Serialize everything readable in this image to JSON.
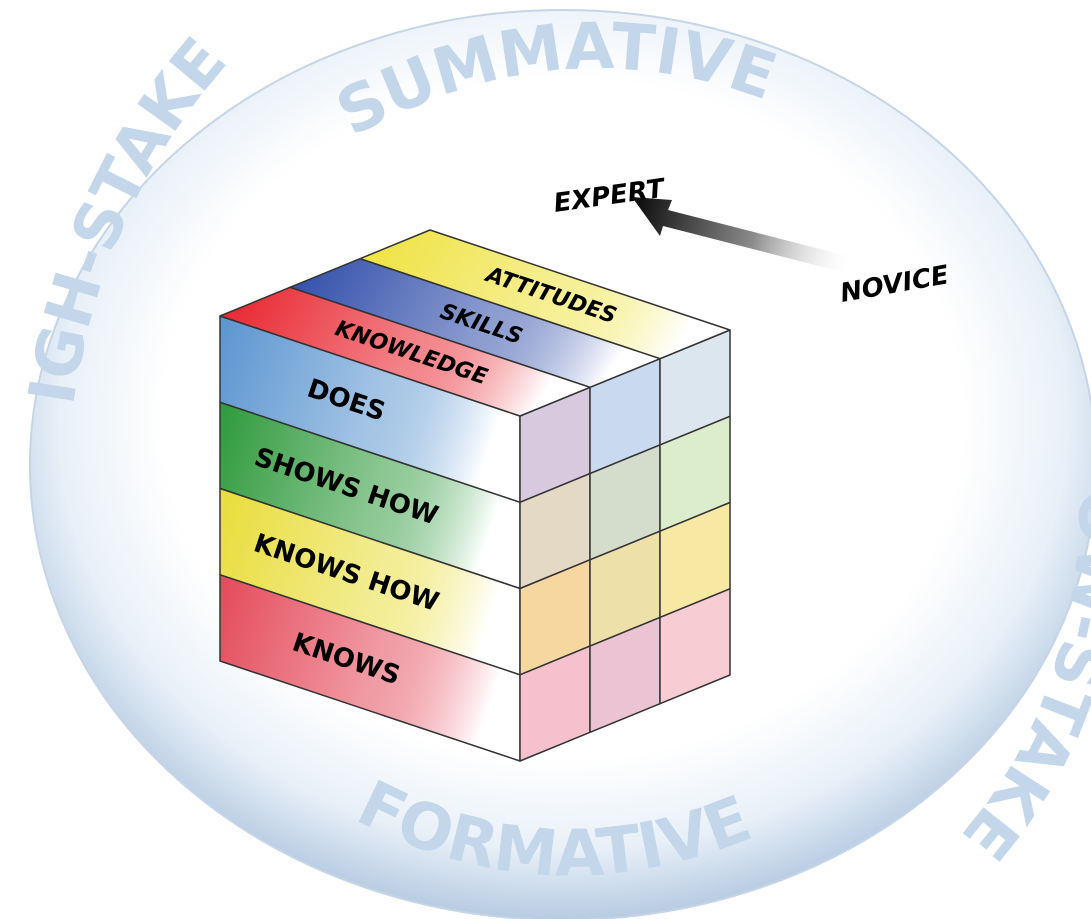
{
  "sphere": {
    "top_label": "SUMMATIVE",
    "left_label": "HIGH-STAKES",
    "right_label": "LOW-STAKES",
    "bottom_label": "FORMATIVE",
    "label_color": "#c4d6ea"
  },
  "axis": {
    "expert_label": "EXPERT",
    "novice_label": "NOVICE"
  },
  "cube": {
    "front_levels": [
      {
        "label": "DOES",
        "color": "#5b95d0"
      },
      {
        "label": "SHOWS HOW",
        "color": "#2f9a3c"
      },
      {
        "label": "KNOWS HOW",
        "color": "#e8dd3a"
      },
      {
        "label": "KNOWS",
        "color": "#e44a5a"
      }
    ],
    "top_domains": [
      {
        "label": "KNOWLEDGE",
        "color": "#e8202a"
      },
      {
        "label": "SKILLS",
        "color": "#2c4aa8"
      },
      {
        "label": "ATTITUDES",
        "color": "#eee23c"
      }
    ],
    "side_colors": [
      [
        "#d9c9df",
        "#c9d9ef",
        "#dbe6ee"
      ],
      [
        "#e4d9c4",
        "#d4dccb",
        "#dcedcb"
      ],
      [
        "#f6d7a0",
        "#ede0a8",
        "#f7e9a4"
      ],
      [
        "#f6c1cc",
        "#ecc3d3",
        "#f7ccd3"
      ]
    ]
  }
}
